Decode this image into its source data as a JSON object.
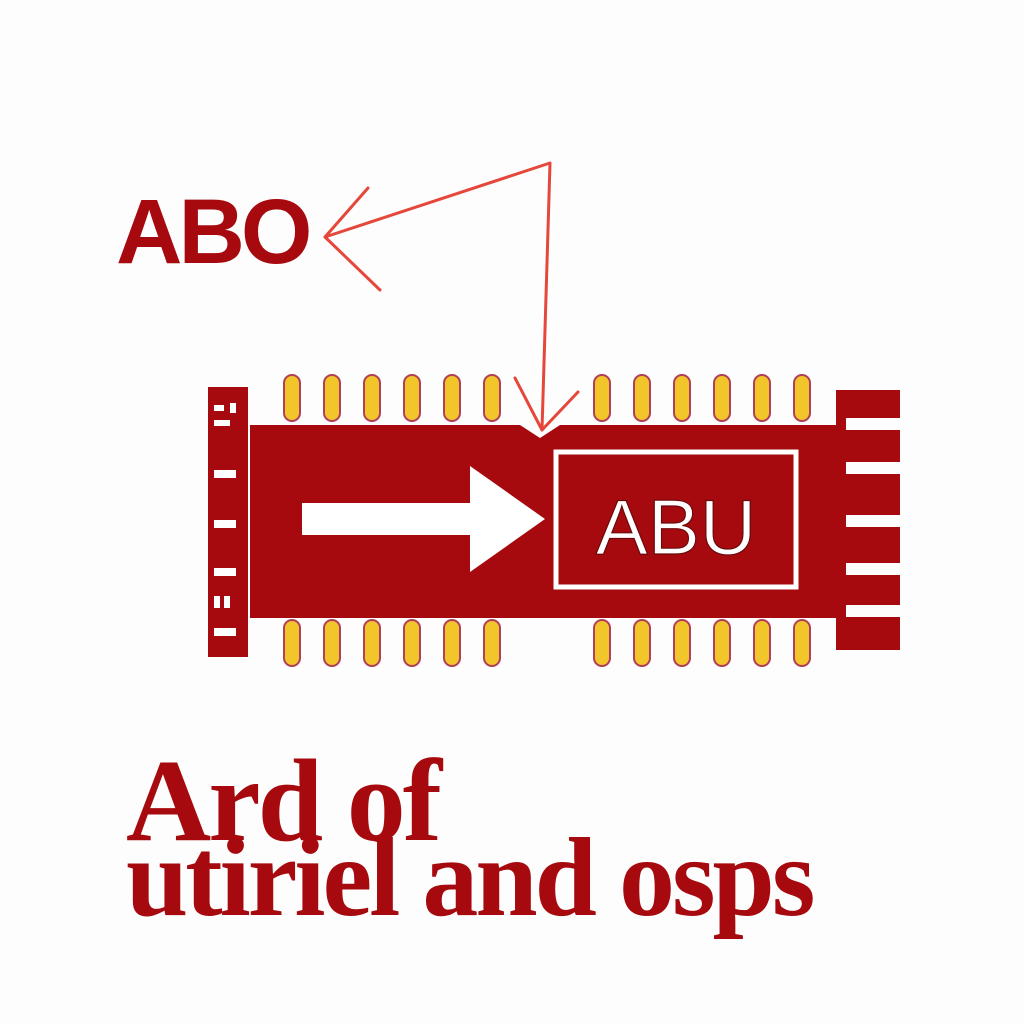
{
  "colors": {
    "background": "#fdfdfd",
    "chip_body": "#a70a0e",
    "pin_fill": "#f2c52a",
    "pin_outline": "#b0405a",
    "arrow_line": "#e5473b",
    "inner_text": "#ffffff",
    "label_text": "#a70a0e"
  },
  "diagram": {
    "top_label": "ABO",
    "chip_label": "ABU",
    "bottom_line_1": "Ard of",
    "bottom_line_2": "utiriel and osps"
  },
  "icons": [
    "right-arrow-icon",
    "chip-icon"
  ]
}
